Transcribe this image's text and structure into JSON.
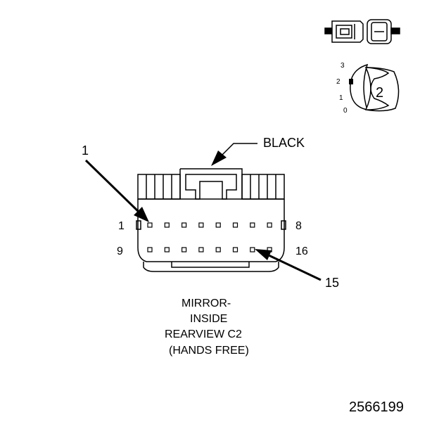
{
  "connector": {
    "color_label": "BLACK",
    "callout_top": "1",
    "callout_bottom": "15",
    "row1_start": "1",
    "row1_end": "8",
    "row2_start": "9",
    "row2_end": "16",
    "cavities_per_row": 8
  },
  "title": {
    "line1": "MIRROR-",
    "line2": "INSIDE",
    "line3": "REARVIEW C2",
    "line4": "(HANDS FREE)"
  },
  "locator": {
    "scale_3": "3",
    "scale_2": "2",
    "scale_1": "1",
    "scale_0": "0",
    "position": "2"
  },
  "figure_id": "2566199",
  "colors": {
    "ink": "#000000",
    "paper": "#ffffff"
  }
}
